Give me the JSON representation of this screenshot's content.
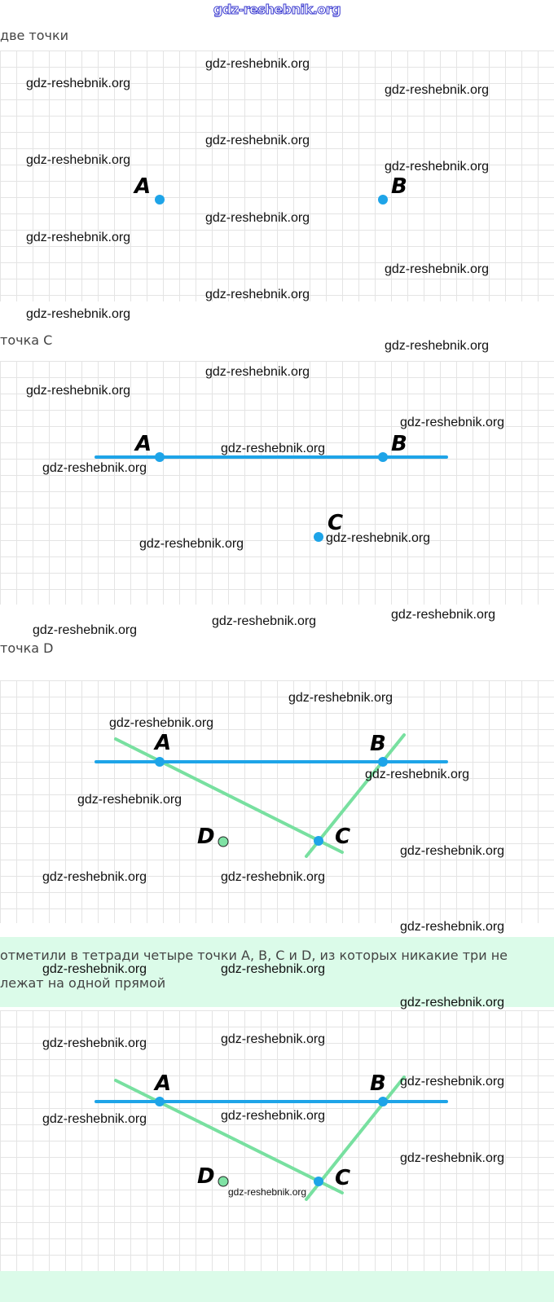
{
  "header": {
    "site": "gdz-reshebnik.org"
  },
  "sections": [
    {
      "caption": "две точки"
    },
    {
      "caption": "точка C"
    },
    {
      "caption": "точка D"
    }
  ],
  "task": {
    "text": "отметили в тетради четыре точки A, B, C и D, из которых никакие три не лежат на одной прямой"
  },
  "points": {
    "A": "A",
    "B": "B",
    "C": "C",
    "D": "D"
  },
  "watermark": "gdz-reshebnik.org",
  "colors": {
    "line_blue": "#1ea4e8",
    "line_green": "#78e0a0",
    "point_blue": "#1ea4e8",
    "point_green": "#7fe2a4",
    "highlight_bg": "#dbfbe9"
  }
}
